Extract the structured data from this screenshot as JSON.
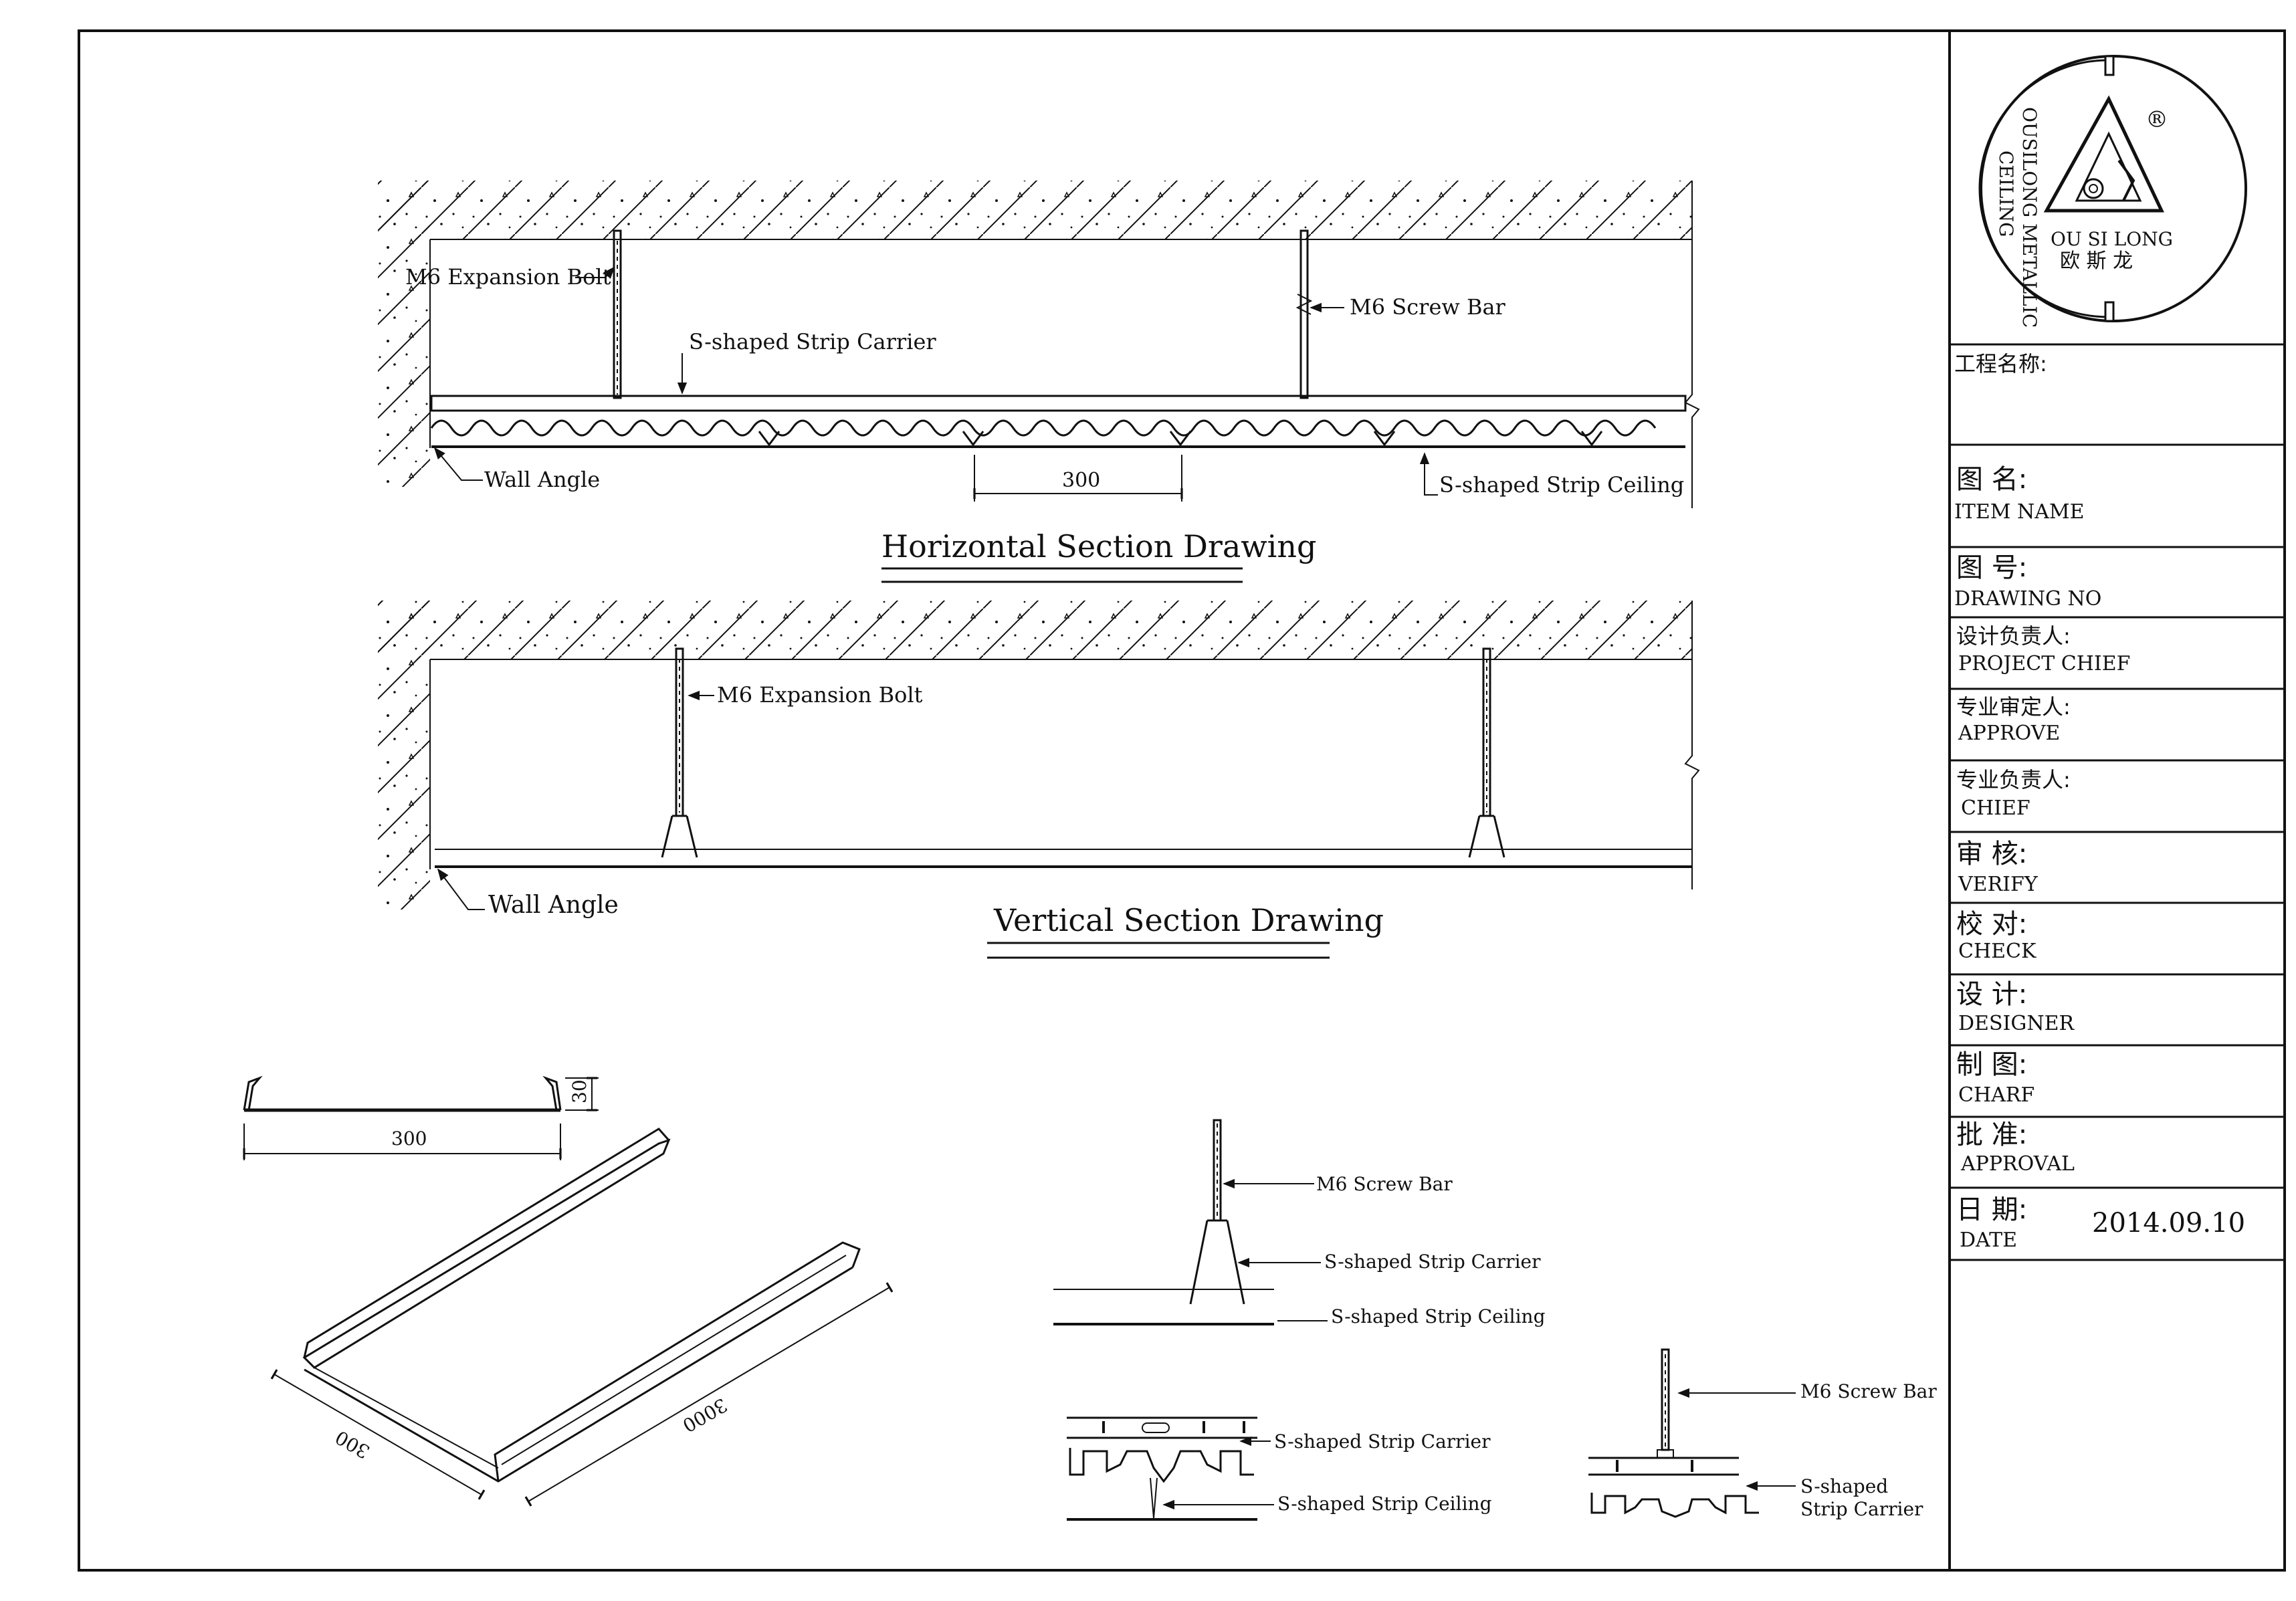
{
  "logo": {
    "arc_text": "OUSILONG METALLIC CEILING",
    "arc_line1": "OUSILONG METALLIC",
    "arc_line2": "CEILING",
    "registered": "®",
    "brand_latin": "OU  SI  LONG",
    "brand_cn": "欧  斯  龙"
  },
  "title_block": {
    "project_name_cn": "工程名称:",
    "rows": [
      {
        "cn": "图    名:",
        "en": "ITEM NAME",
        "value": ""
      },
      {
        "cn": "图    号:",
        "en": "DRAWING NO",
        "value": ""
      },
      {
        "cn": "设计负责人:",
        "en": "PROJECT CHIEF",
        "value": ""
      },
      {
        "cn": "专业审定人:",
        "en": "APPROVE",
        "value": ""
      },
      {
        "cn": "专业负责人:",
        "en": "CHIEF",
        "value": ""
      },
      {
        "cn": "审  核:",
        "en": "VERIFY",
        "value": ""
      },
      {
        "cn": "校  对:",
        "en": "CHECK",
        "value": ""
      },
      {
        "cn": "设  计:",
        "en": "DESIGNER",
        "value": ""
      },
      {
        "cn": "制  图:",
        "en": "CHARF",
        "value": ""
      },
      {
        "cn": "批  准:",
        "en": "APPROVAL",
        "value": ""
      },
      {
        "cn": "日  期:",
        "en": "DATE",
        "value": "2014.09.10"
      }
    ]
  },
  "horizontal_section": {
    "title": "Horizontal Section Drawing",
    "labels": {
      "expansion_bolt": "M6 Expansion Bolt",
      "screw_bar": "M6 Screw Bar",
      "strip_carrier": "S-shaped Strip Carrier",
      "wall_angle": "Wall Angle",
      "strip_ceiling": "S-shaped Strip Ceiling",
      "spacing": "300"
    }
  },
  "vertical_section": {
    "title": "Vertical Section Drawing",
    "labels": {
      "expansion_bolt": "M6 Expansion Bolt",
      "wall_angle": "Wall Angle"
    }
  },
  "profile_detail": {
    "width": "300",
    "height": "30",
    "iso_width": "300",
    "iso_length": "3000"
  },
  "detail_a": {
    "screw_bar": "M6 Screw Bar",
    "strip_carrier": "S-shaped Strip Carrier",
    "strip_ceiling": "S-shaped Strip Ceiling"
  },
  "detail_b": {
    "strip_carrier": "S-shaped Strip Carrier",
    "strip_ceiling": "S-shaped Strip Ceiling"
  },
  "detail_c": {
    "screw_bar": "M6 Screw Bar",
    "strip_carrier_line1": "S-shaped",
    "strip_carrier_line2": "Strip Carrier"
  }
}
